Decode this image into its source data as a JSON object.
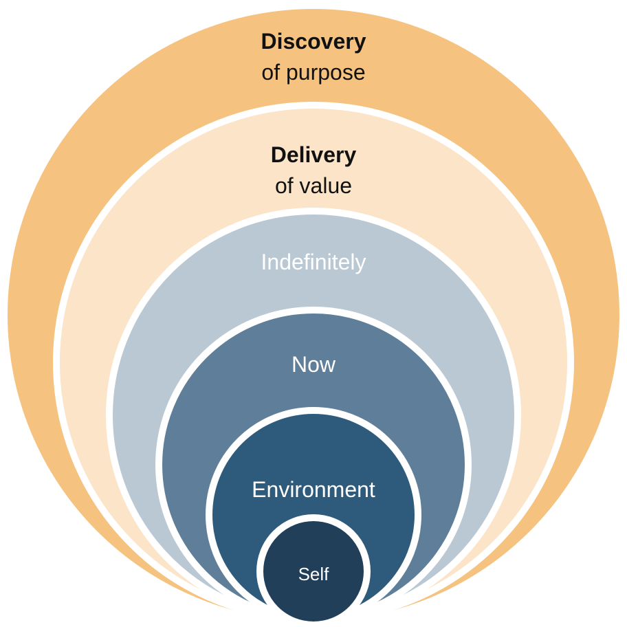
{
  "rings": [
    {
      "id": "discovery",
      "title": "Discovery",
      "subtitle": "of purpose",
      "fill": "#F5C27F"
    },
    {
      "id": "delivery",
      "title": "Delivery",
      "subtitle": "of value",
      "fill": "#FBE4C8"
    },
    {
      "id": "indefinitely",
      "label": "Indefinitely",
      "fill": "#BAC8D4"
    },
    {
      "id": "now",
      "label": "Now",
      "fill": "#5E7E99"
    },
    {
      "id": "environment",
      "label": "Environment",
      "fill": "#2E5A7C"
    },
    {
      "id": "self",
      "label": "Self",
      "fill": "#223F5A"
    }
  ],
  "colors": {
    "separator": "#ffffff",
    "dark_text": "#111111",
    "light_text": "#ffffff"
  }
}
